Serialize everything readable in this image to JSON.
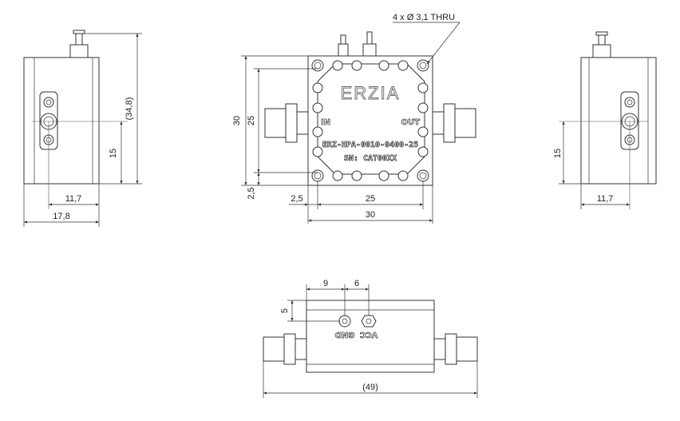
{
  "hole_callout": "4 x Ø 3,1 THRU",
  "brand": "ERZIA",
  "port_in": "IN",
  "port_out": "OUT",
  "model": "ERZ-HPA-0010-0400-25",
  "serial": "SN: CAT00XX",
  "pin_gnd": "GND",
  "pin_vcc": "VCC",
  "dims": {
    "height_ref": "(34,8)",
    "left_15": "15",
    "left_11_7": "11,7",
    "left_17_8": "17,8",
    "front_30_v": "30",
    "front_25_v": "25",
    "front_2_5_v": "2,5",
    "front_2_5_h": "2,5",
    "front_25_h": "25",
    "front_30_h": "30",
    "right_15": "15",
    "right_11_7": "11,7",
    "bottom_9": "9",
    "bottom_6": "6",
    "bottom_5": "5",
    "bottom_49": "(49)"
  }
}
